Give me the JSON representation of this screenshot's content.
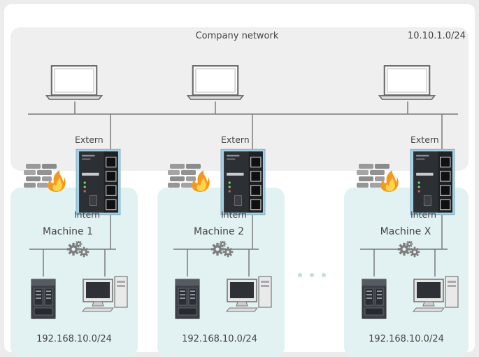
{
  "company_network": {
    "title": "Company network",
    "subnet": "10.10.1.0/24"
  },
  "labels": {
    "extern": "Extern",
    "intern": "Intern"
  },
  "machines": [
    {
      "name": "Machine 1",
      "subnet": "192.168.10.0/24"
    },
    {
      "name": "Machine 2",
      "subnet": "192.168.10.0/24"
    },
    {
      "name": "Machine X",
      "subnet": "192.168.10.0/24"
    }
  ],
  "icons": {
    "laptop": "laptop-icon",
    "router": "industrial-router-icon",
    "firewall": "firewall-icon",
    "gears": "gears-icon",
    "plc": "plc-icon",
    "workstation": "workstation-icon"
  },
  "colors": {
    "company_panel": "#efefef",
    "machine_panel": "#e2f2f2",
    "router_frame": "#9cc8dc",
    "line": "#7a7a7a",
    "flame": "#f39a1e"
  }
}
